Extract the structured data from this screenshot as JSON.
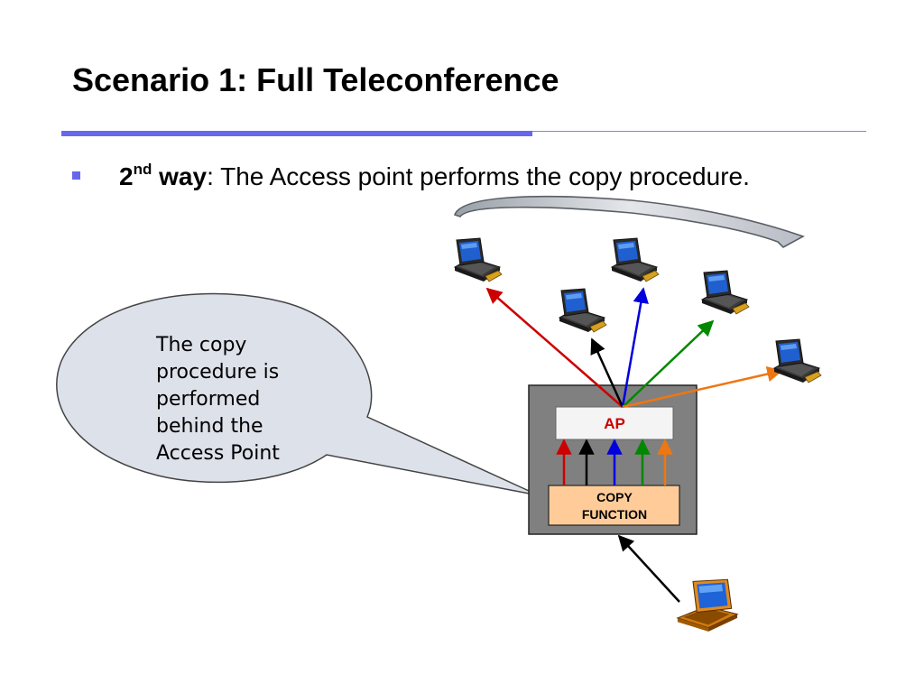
{
  "slide": {
    "title": "Scenario 1: Full Teleconference",
    "bullet": {
      "lead_number": "2",
      "lead_suffix": "nd",
      "lead_word": "way",
      "rest": ": The Access point performs the copy procedure."
    }
  },
  "callout": {
    "lines": [
      "The copy",
      "procedure is",
      "performed",
      "behind the",
      "Access Point"
    ]
  },
  "diagram": {
    "ap_label": "AP",
    "copy_function_lines": [
      "COPY",
      "FUNCTION"
    ],
    "colors": {
      "red": "#cc0000",
      "black": "#000000",
      "blue": "#0000dd",
      "green": "#008800",
      "orange": "#ee7711",
      "ap_container": "#808080",
      "copy_box": "#ffcc99",
      "bubble": "#dde1ea",
      "accent": "#6666ee"
    },
    "icons": {
      "client": "laptop-icon",
      "source": "laptop-icon"
    }
  }
}
